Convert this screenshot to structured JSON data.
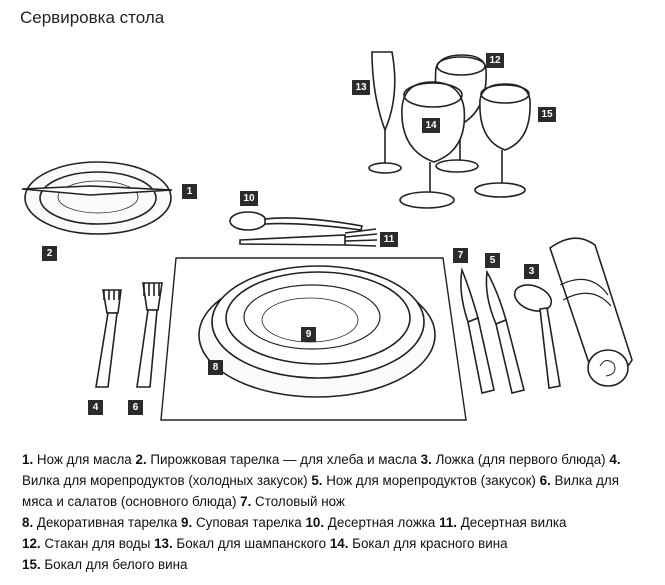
{
  "title": "Сервировка стола",
  "callouts": [
    "1",
    "2",
    "3",
    "4",
    "5",
    "6",
    "7",
    "8",
    "9",
    "10",
    "11",
    "12",
    "13",
    "14",
    "15"
  ],
  "legend": [
    {
      "num": "1.",
      "text": "Нож для масла"
    },
    {
      "num": "2.",
      "text": "Пирожковая тарелка — для хлеба и масла"
    },
    {
      "num": "3.",
      "text": "Ложка (для первого блюда)"
    },
    {
      "num": "4.",
      "text": "Вилка для морепродуктов (холодных закусок)"
    },
    {
      "num": "5.",
      "text": "Нож для морепродуктов (закусок)"
    },
    {
      "num": "6.",
      "text": "Вилка для мяса и салатов (основного блюда)"
    },
    {
      "num": "7.",
      "text": "Столовый нож"
    },
    {
      "num": "8.",
      "text": "Декоративная тарелка"
    },
    {
      "num": "9.",
      "text": "Суповая тарелка"
    },
    {
      "num": "10.",
      "text": "Десертная ложка"
    },
    {
      "num": "11.",
      "text": "Десертная вилка"
    },
    {
      "num": "12.",
      "text": "Стакан для воды"
    },
    {
      "num": "13.",
      "text": "Бокал для шампанского"
    },
    {
      "num": "14.",
      "text": "Бокал для красного вина"
    },
    {
      "num": "15.",
      "text": "Бокал для белого вина"
    }
  ]
}
